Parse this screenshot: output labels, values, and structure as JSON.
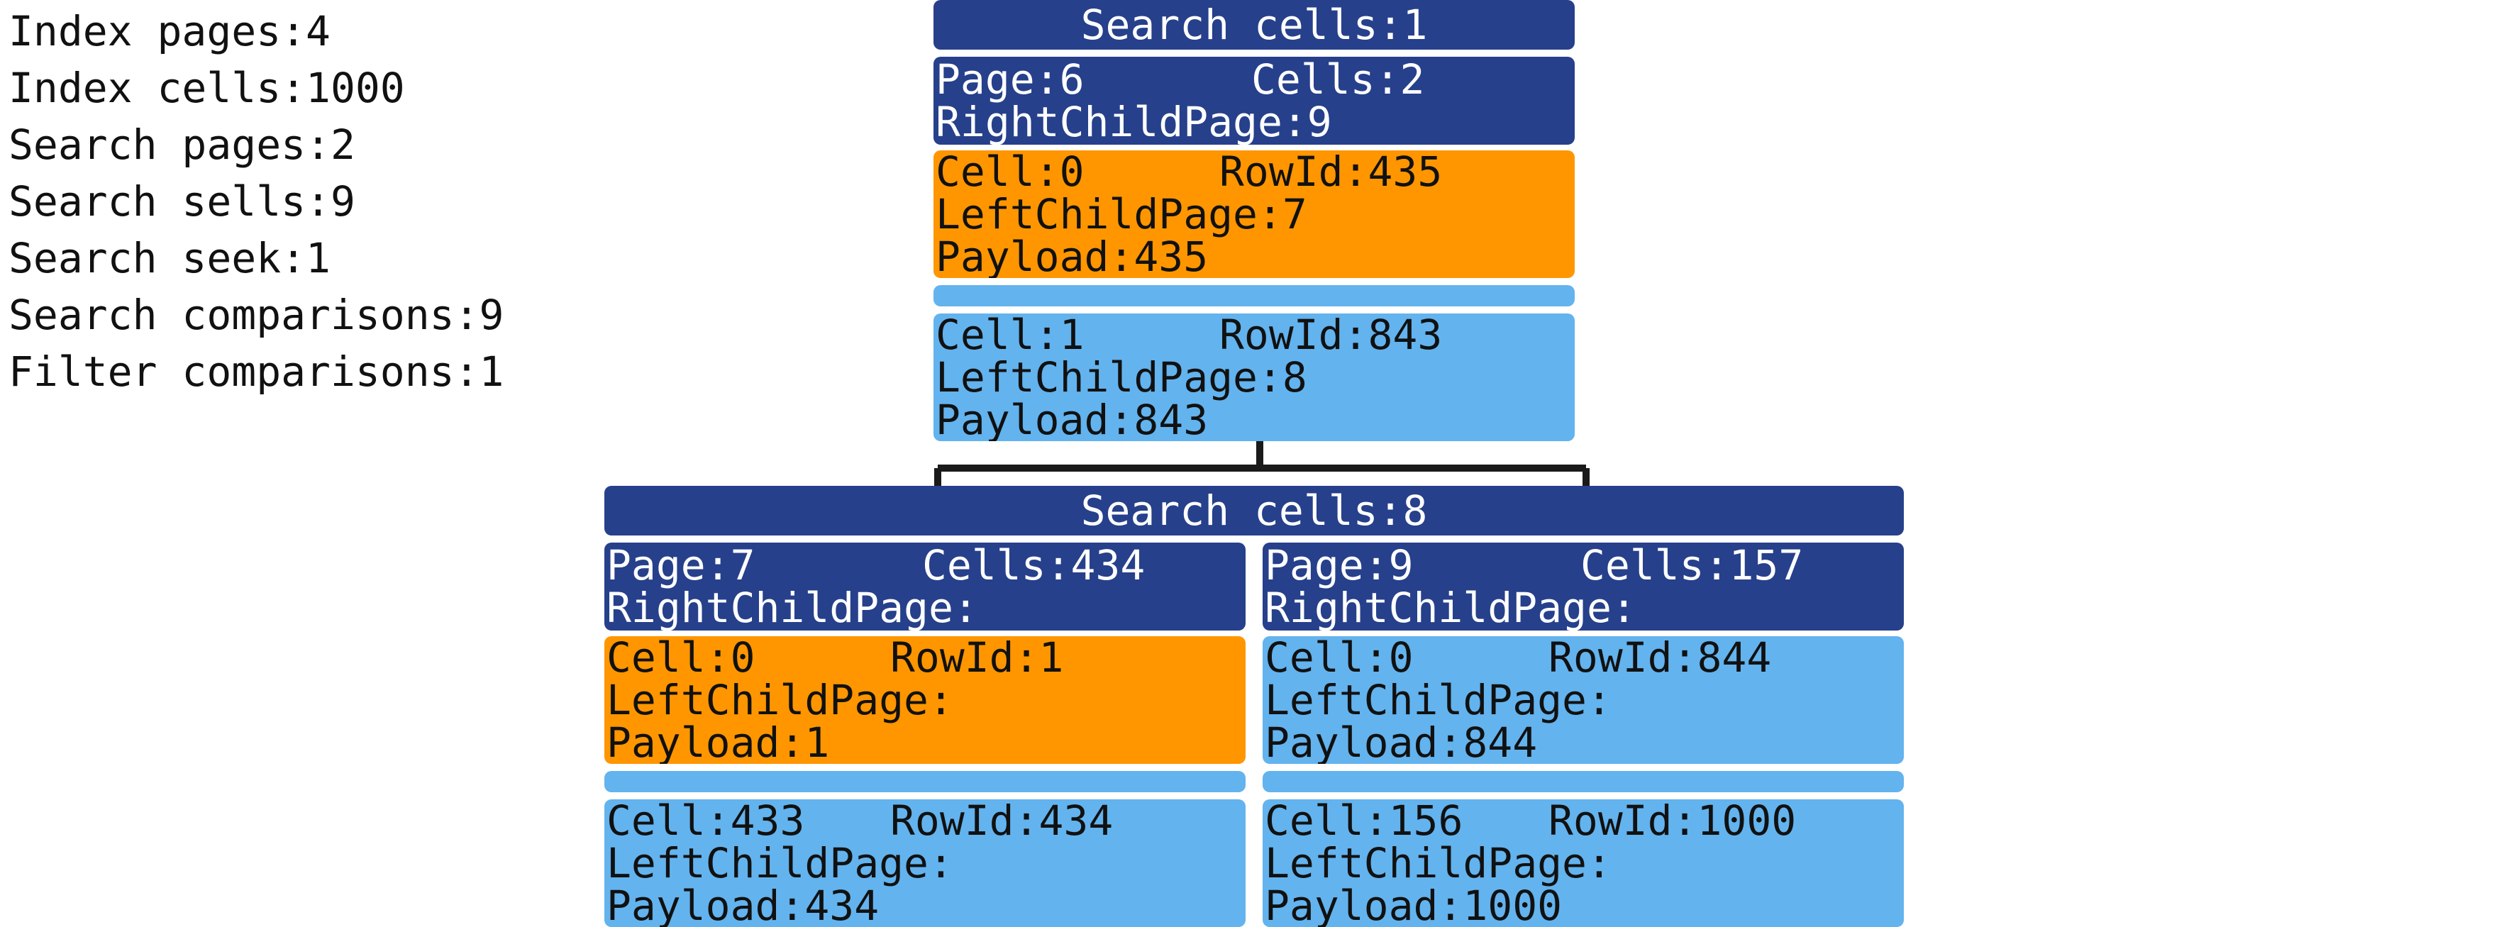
{
  "stats": [
    {
      "label": "Index pages",
      "value": "4"
    },
    {
      "label": "Index cells",
      "value": "1000"
    },
    {
      "label": "Search pages",
      "value": "2"
    },
    {
      "label": "Search sells",
      "value": "9"
    },
    {
      "label": "Search seek",
      "value": "1"
    },
    {
      "label": "Search comparisons",
      "value": "9"
    },
    {
      "label": "Filter comparisons",
      "value": "1"
    }
  ],
  "colors": {
    "header": "#26408b",
    "highlight": "#ff9600",
    "normal": "#63b3ee",
    "connector": "#1a1a1a"
  },
  "levels": [
    {
      "header": "Search cells:1",
      "pages": [
        {
          "page": "6",
          "cells": "2",
          "right_child_page": "9",
          "cells_shown": [
            {
              "cell": "0",
              "row_id": "435",
              "left_child_page": "7",
              "payload": "435",
              "highlight": true
            },
            {
              "cell": "1",
              "row_id": "843",
              "left_child_page": "8",
              "payload": "843",
              "highlight": false
            }
          ]
        }
      ]
    },
    {
      "header": "Search cells:8",
      "pages": [
        {
          "page": "7",
          "cells": "434",
          "right_child_page": "",
          "cells_shown": [
            {
              "cell": "0",
              "row_id": "1",
              "left_child_page": "",
              "payload": "1",
              "highlight": true
            },
            {
              "cell": "433",
              "row_id": "434",
              "left_child_page": "",
              "payload": "434",
              "highlight": false
            }
          ]
        },
        {
          "page": "9",
          "cells": "157",
          "right_child_page": "",
          "cells_shown": [
            {
              "cell": "0",
              "row_id": "844",
              "left_child_page": "",
              "payload": "844",
              "highlight": false
            },
            {
              "cell": "156",
              "row_id": "1000",
              "left_child_page": "",
              "payload": "1000",
              "highlight": false
            }
          ]
        }
      ]
    }
  ]
}
